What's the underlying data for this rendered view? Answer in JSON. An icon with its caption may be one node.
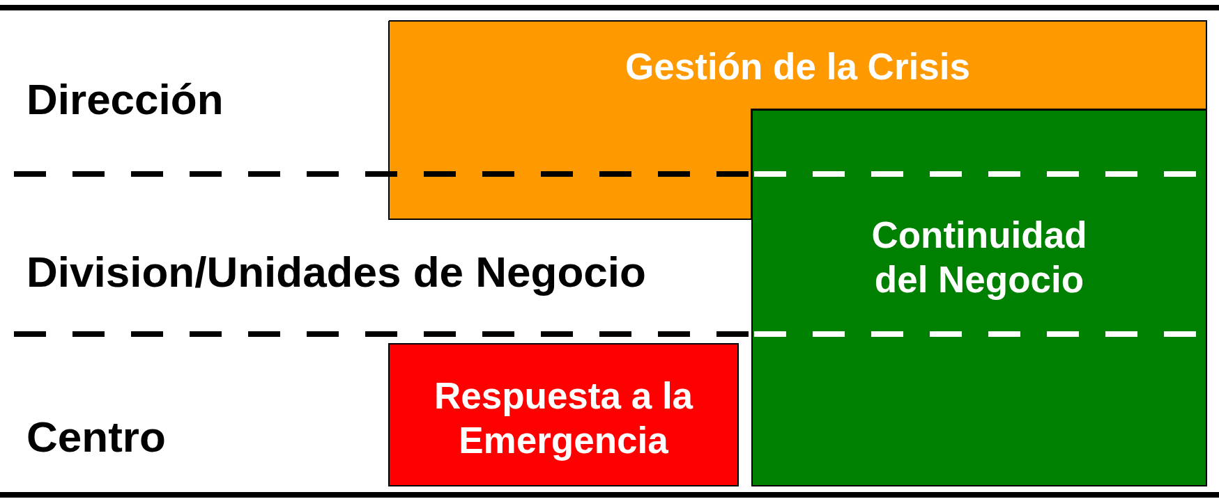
{
  "diagram": {
    "nodes": [
      {
        "text": [
          "Gestión de la Crisis"
        ]
      },
      {
        "text": [
          "Continuidad del Negocio"
        ]
      },
      {
        "text": [
          "Respuesta a la Emergencia"
        ]
      }
    ],
    "labels": [
      "Dirección",
      "Division/Unidades de Negocio",
      "Centro"
    ]
  }
}
